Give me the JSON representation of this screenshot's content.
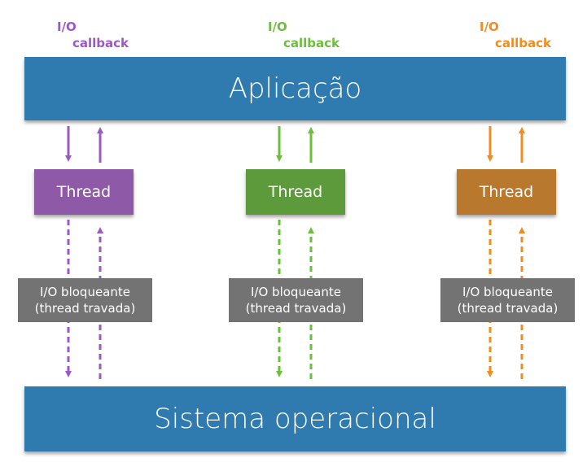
{
  "app_label": "Aplicação",
  "os_label": "Sistema operacional",
  "columns": [
    {
      "io_label": "I/O",
      "callback_label": "callback",
      "thread_label": "Thread",
      "blocked_line1": "I/O bloqueante",
      "blocked_line2": "(thread travada)",
      "color": "#9b59c6",
      "thread_color": "#8e5aa8"
    },
    {
      "io_label": "I/O",
      "callback_label": "callback",
      "thread_label": "Thread",
      "blocked_line1": "I/O bloqueante",
      "blocked_line2": "(thread travada)",
      "color": "#6bbf3a",
      "thread_color": "#5c9a3c"
    },
    {
      "io_label": "I/O",
      "callback_label": "callback",
      "thread_label": "Thread",
      "blocked_line1": "I/O bloqueante",
      "blocked_line2": "(thread travada)",
      "color": "#f28c1c",
      "thread_color": "#b8782e"
    }
  ]
}
